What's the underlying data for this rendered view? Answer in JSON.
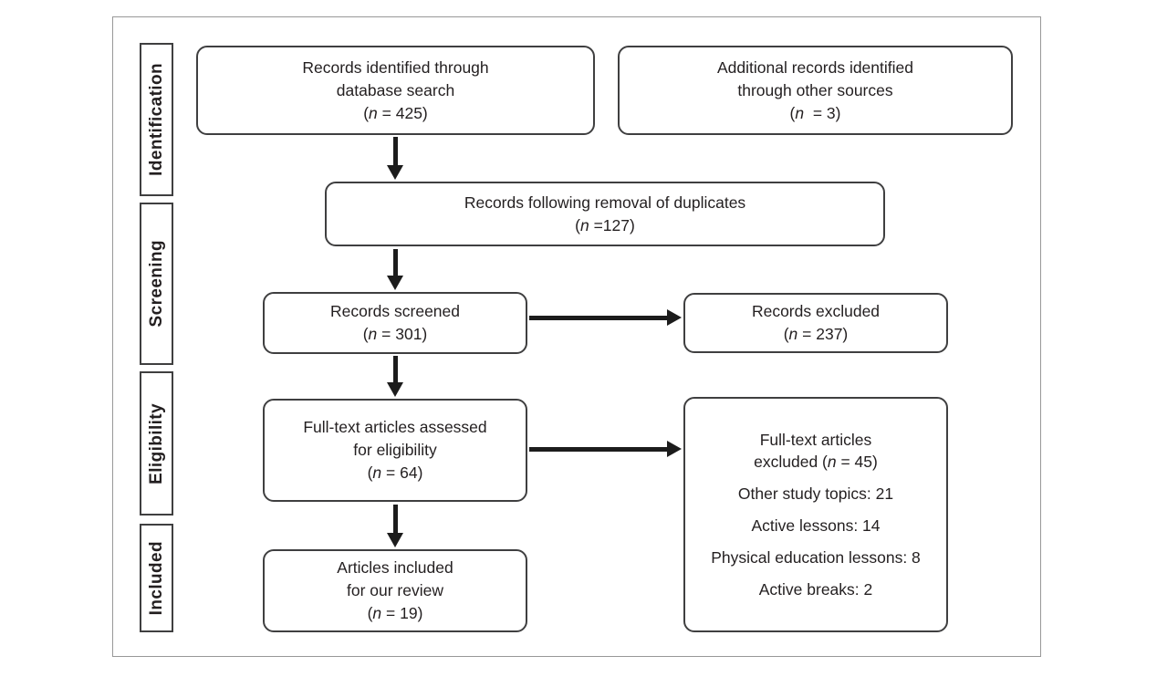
{
  "figure": {
    "kind": "prisma-flow-diagram",
    "colors": {
      "ink": "#231f20",
      "box_border": "#3f3f40",
      "frame_border": "#989898",
      "arrow": "#1c1c1c",
      "background": "#ffffff"
    }
  },
  "stages": [
    {
      "label": "Identification"
    },
    {
      "label": "Screening"
    },
    {
      "label": "Eligibility"
    },
    {
      "label": "Included"
    }
  ],
  "boxes": {
    "identified": {
      "line1": "Records identified through",
      "line2": "database search",
      "count": {
        "pre": "(",
        "n": "n",
        "post": " = 425)"
      }
    },
    "additional": {
      "line1": "Additional records identified",
      "line2": "through other sources",
      "count": {
        "pre": "(",
        "n": "n",
        "post": "  = 3)"
      }
    },
    "dedup": {
      "line1": "Records following removal of duplicates",
      "count": {
        "pre": "(",
        "n": "n",
        "post": " =127)"
      }
    },
    "screened": {
      "line1": "Records screened",
      "count": {
        "pre": "(",
        "n": "n",
        "post": " = 301)"
      }
    },
    "excluded": {
      "line1": "Records excluded",
      "count": {
        "pre": "(",
        "n": "n",
        "post": " = 237)"
      }
    },
    "fulltext": {
      "line1": "Full-text articles assessed",
      "line2": "for eligibility",
      "count": {
        "pre": "(",
        "n": "n",
        "post": " = 64)"
      }
    },
    "fulltext_excluded": {
      "line1": "Full-text articles",
      "line2_pre": "excluded (",
      "line2_n": "n",
      "line2_post": " = 45)",
      "reasons": [
        "Other study topics: 21",
        "Active lessons: 14",
        "Physical education lessons: 8",
        "Active breaks: 2"
      ]
    },
    "included": {
      "line1": "Articles included",
      "line2": "for our review",
      "count": {
        "pre": "(",
        "n": "n",
        "post": " = 19)"
      }
    }
  }
}
